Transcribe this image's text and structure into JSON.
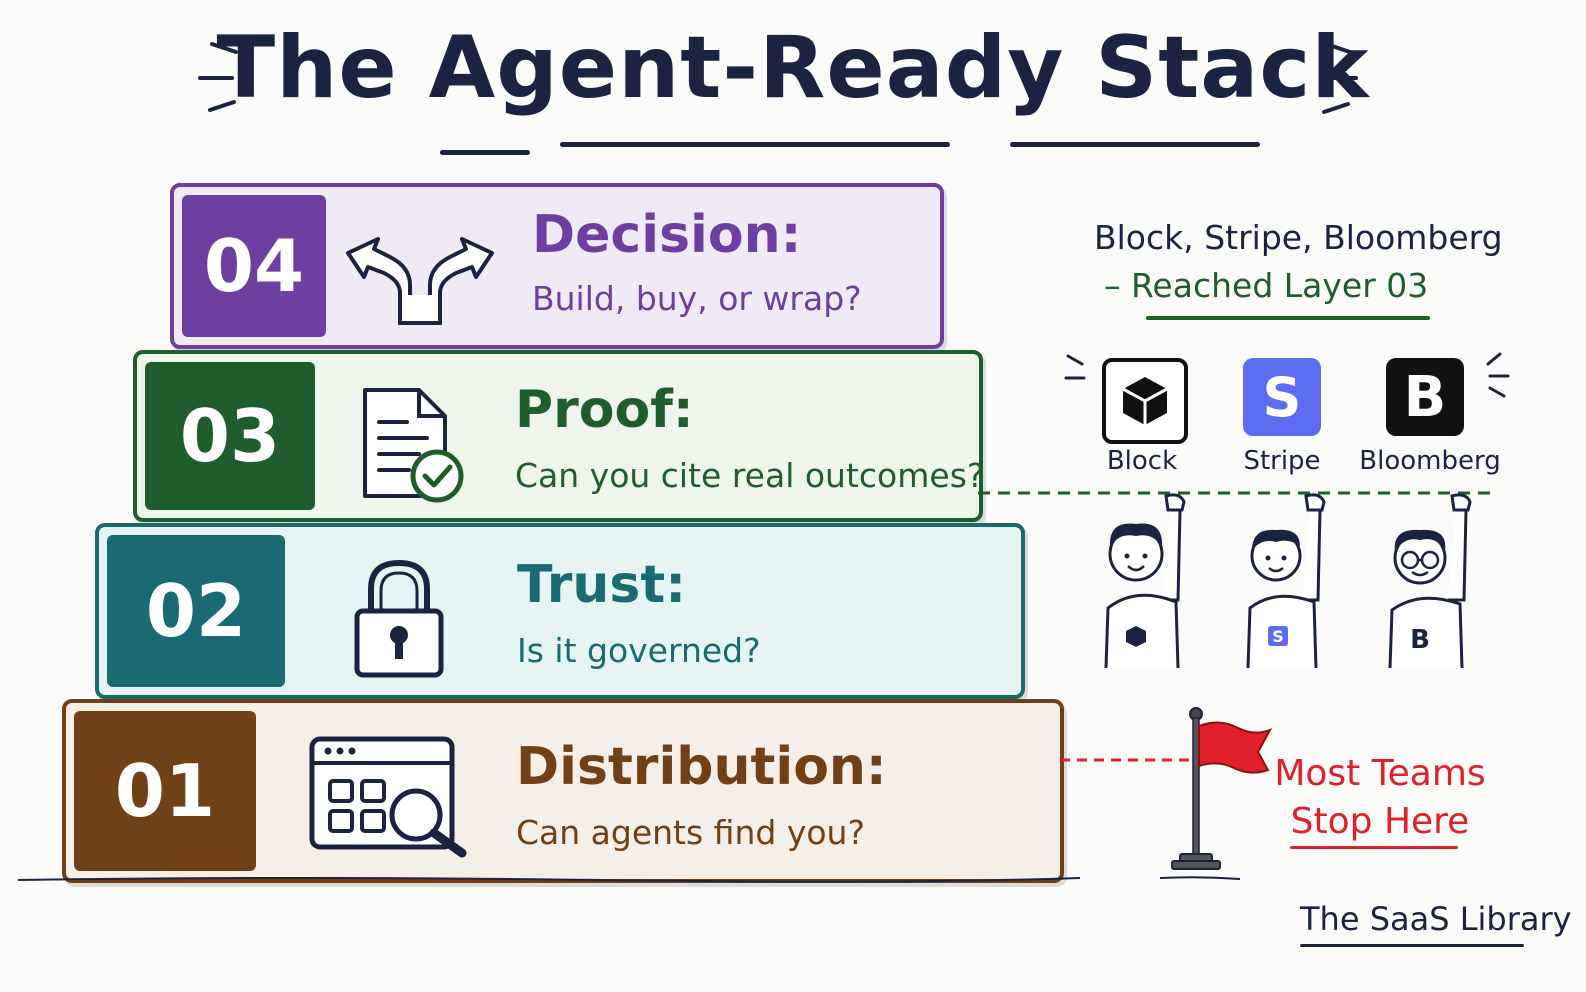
{
  "title": "The Agent-Ready Stack",
  "layers": [
    {
      "number": "04",
      "heading": "Decision:",
      "question": "Build, buy, or wrap?",
      "icon": "split-arrows-icon",
      "color": "#6c3fa0",
      "fill": "#f0eaf7"
    },
    {
      "number": "03",
      "heading": "Proof:",
      "question": "Can you cite real outcomes?",
      "icon": "document-check-icon",
      "color": "#1f5e2c",
      "fill": "#eef5ea"
    },
    {
      "number": "02",
      "heading": "Trust:",
      "question": "Is it governed?",
      "icon": "padlock-icon",
      "color": "#1a6a72",
      "fill": "#e7f4f4"
    },
    {
      "number": "01",
      "heading": "Distribution:",
      "question": "Can agents find you?",
      "icon": "browser-search-icon",
      "color": "#704017",
      "fill": "#f6efe7"
    }
  ],
  "reached": {
    "companies_line": "Block, Stripe, Bloomberg",
    "reached_line": "– Reached Layer 03",
    "logos": [
      {
        "name": "Block",
        "icon": "cube-icon"
      },
      {
        "name": "Stripe",
        "icon": "stripe-s-icon",
        "letter": "S"
      },
      {
        "name": "Bloomberg",
        "icon": "bloomberg-b-icon",
        "letter": "B"
      }
    ]
  },
  "stop": {
    "line1": "Most Teams",
    "line2": "Stop Here"
  },
  "brand": "The SaaS Library"
}
